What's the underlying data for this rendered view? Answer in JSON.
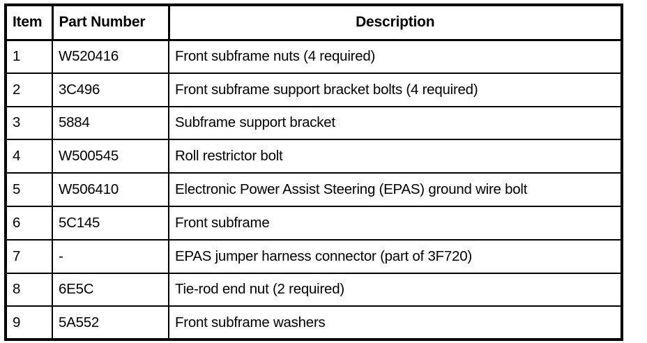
{
  "table": {
    "columns": [
      {
        "key": "item",
        "label": "Item",
        "align": "left"
      },
      {
        "key": "part_number",
        "label": "Part Number",
        "align": "left"
      },
      {
        "key": "description",
        "label": "Description",
        "align": "center"
      }
    ],
    "rows": [
      {
        "item": "1",
        "part_number": "W520416",
        "description": "Front subframe nuts (4 required)"
      },
      {
        "item": "2",
        "part_number": "3C496",
        "description": "Front subframe support bracket bolts (4 required)"
      },
      {
        "item": "3",
        "part_number": "5884",
        "description": "Subframe support bracket"
      },
      {
        "item": "4",
        "part_number": "W500545",
        "description": "Roll restrictor bolt"
      },
      {
        "item": "5",
        "part_number": "W506410",
        "description": "Electronic Power Assist Steering (EPAS) ground wire bolt"
      },
      {
        "item": "6",
        "part_number": "5C145",
        "description": "Front subframe"
      },
      {
        "item": "7",
        "part_number": "-",
        "description": "EPAS jumper harness connector (part of 3F720)"
      },
      {
        "item": "8",
        "part_number": "6E5C",
        "description": "Tie-rod end nut (2 required)"
      },
      {
        "item": "9",
        "part_number": "5A552",
        "description": "Front subframe washers"
      }
    ]
  },
  "colors": {
    "background": "#ffffff",
    "text": "#000000",
    "border": "#000000"
  }
}
